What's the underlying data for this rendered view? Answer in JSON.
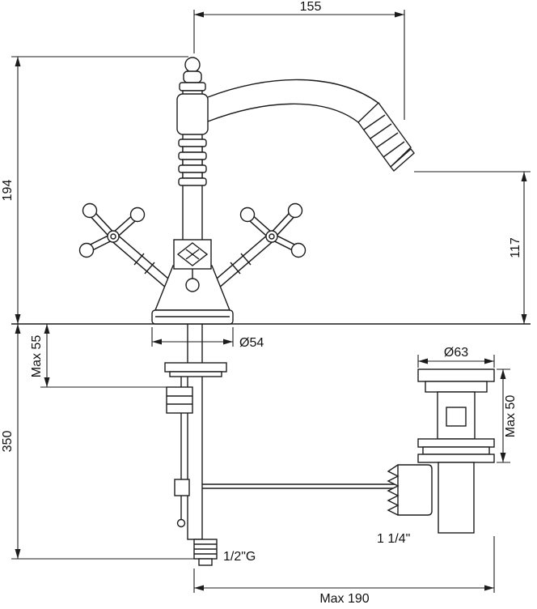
{
  "drawing": {
    "type": "technical-dimension-drawing",
    "subject": "single-hole classic bidet mixer with pop-up waste",
    "line_color": "#1c1c1c",
    "background_color": "#ffffff",
    "labels": {
      "spout_reach": "155",
      "height_above_deck": "194",
      "spout_height": "117",
      "base_diameter": "Ø54",
      "max_deck_left": "Max 55",
      "below_deck_length": "350",
      "waste_diameter": "Ø63",
      "max_deck_right": "Max 50",
      "inlet_thread": "1/2\"G",
      "waste_thread": "1 1/4\"",
      "offset": "Max 190"
    }
  }
}
